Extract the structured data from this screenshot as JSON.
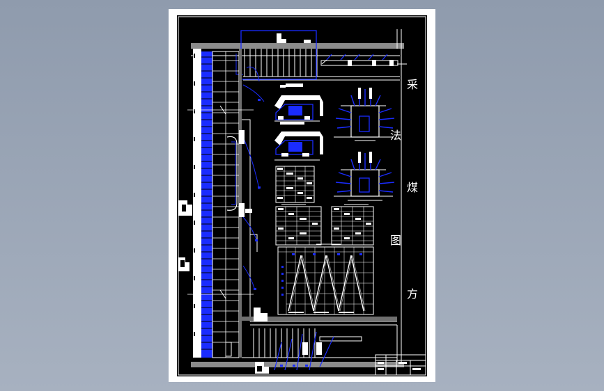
{
  "colors": {
    "background": "#98a3b4",
    "sheet": "#ffffff",
    "drawing_field": "#000000",
    "line_white": "#ffffff",
    "line_blue": "#1a2cff",
    "line_gray": "#9a9a9a"
  },
  "title_chars": [
    "采",
    "法",
    "煤",
    "图",
    "方"
  ]
}
